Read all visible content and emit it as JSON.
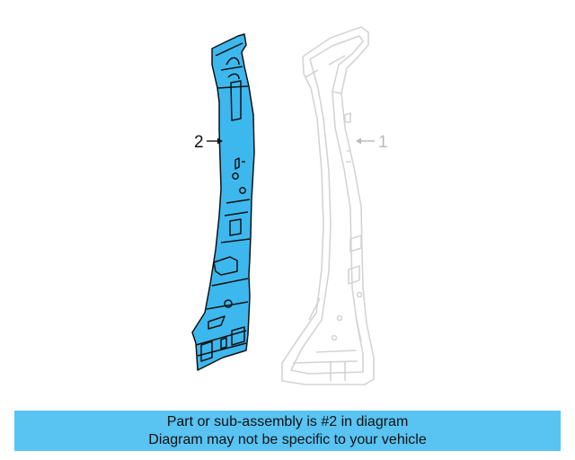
{
  "diagram": {
    "callouts": [
      {
        "label": "2",
        "target": "highlighted-part"
      },
      {
        "label": "1",
        "target": "reference-part"
      }
    ],
    "colors": {
      "highlight_fill": "#3db8ef",
      "highlight_stroke": "#111111",
      "ghost_stroke": "#d4d4d4",
      "callout_ghost": "#bbbbbb"
    }
  },
  "banner": {
    "line1": "Part or sub-assembly is #2 in diagram",
    "line2": "Diagram may not be specific to your vehicle",
    "background": "#59c3f2"
  }
}
